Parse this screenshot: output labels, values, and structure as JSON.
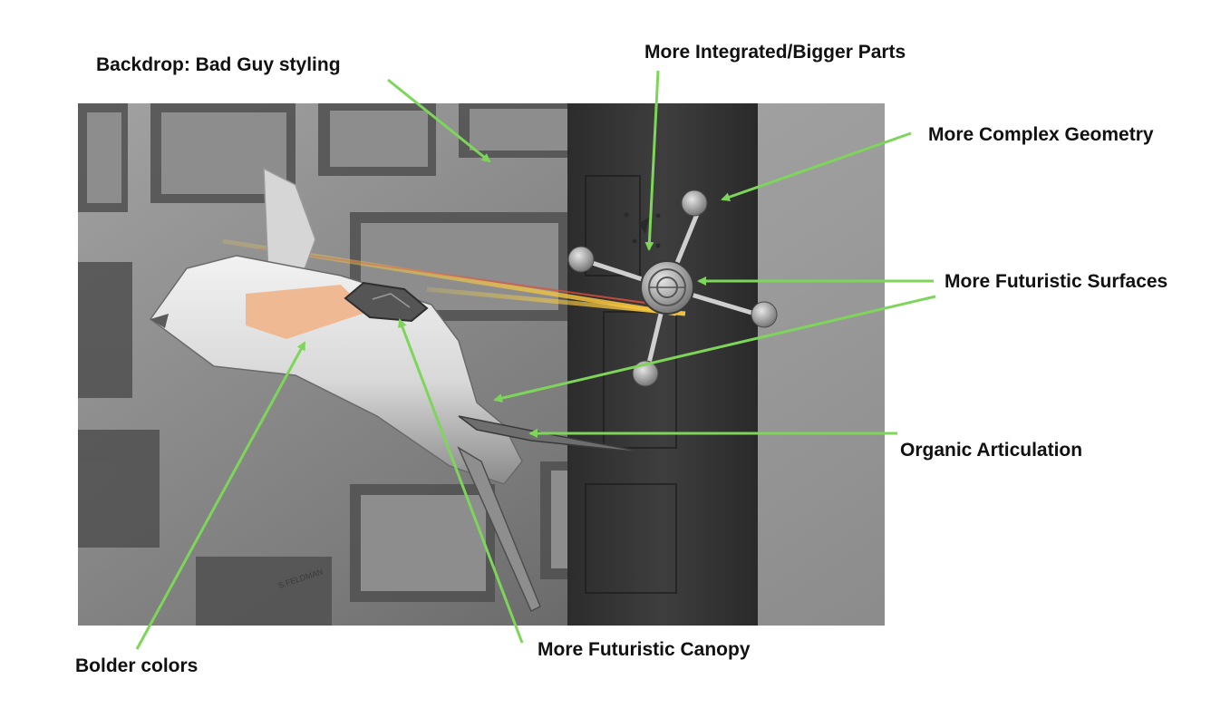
{
  "labels": {
    "backdrop": "Backdrop:  Bad Guy styling",
    "integrated": "More Integrated/Bigger Parts",
    "geometry": "More Complex Geometry",
    "surfaces": "More Futuristic Surfaces",
    "articulation": "Organic Articulation",
    "canopy": "More Futuristic Canopy",
    "colors": "Bolder colors"
  },
  "scene": {
    "signature": "S.FELDMAN"
  },
  "colors": {
    "arrow": "#7dd65a",
    "accent_orange": "#f0b58a",
    "wall_dark": "#3c3c3c",
    "wall_light": "#9a9a9a"
  }
}
